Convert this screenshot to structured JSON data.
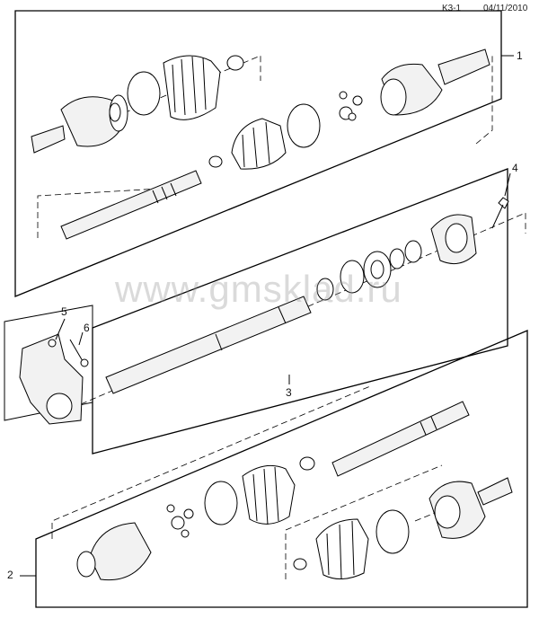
{
  "header": {
    "code": "K3-1",
    "date": "04/11/2010"
  },
  "callouts": {
    "c1": "1",
    "c2": "2",
    "c3": "3",
    "c4": "4",
    "c5": "5",
    "c6": "6"
  },
  "watermark": "www.gmsklad.ru"
}
